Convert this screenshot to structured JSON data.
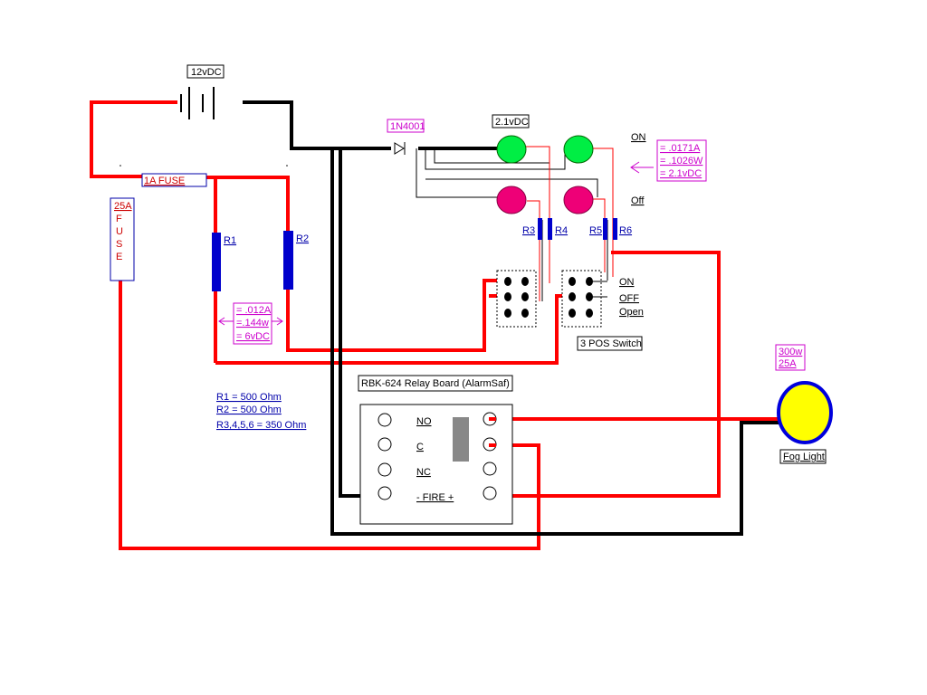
{
  "battery": {
    "label": "12vDC"
  },
  "diode": {
    "label": "1N4001"
  },
  "led_voltage": {
    "label": "2.1vDC"
  },
  "led_states": {
    "on": "ON",
    "off": "Off"
  },
  "led_calc": {
    "current": "= .0171A",
    "power": "= .1026W",
    "voltage": "= 2.1vDC"
  },
  "fuse_small": {
    "label": "1A FUSE"
  },
  "fuse_large": {
    "amps": "25A",
    "letters": [
      "F",
      "U",
      "S",
      "E"
    ]
  },
  "resistors": {
    "r1": "R1",
    "r2": "R2",
    "r3": "R3",
    "r4": "R4",
    "r5": "R5",
    "r6": "R6"
  },
  "resistor_calc": {
    "current": "= .012A",
    "power": "=.144w",
    "voltage": "= 6vDC"
  },
  "legend": {
    "line1": "R1 = 500 Ohm",
    "line2": "R2 = 500 Ohm",
    "line3": "R3,4,5,6 = 350 Ohm"
  },
  "switch": {
    "pos_on": "ON",
    "pos_off": "OFF",
    "pos_open": "Open",
    "label": "3 POS Switch"
  },
  "relay": {
    "title": "RBK-624 Relay Board (AlarmSaf)",
    "terminals": [
      "NO",
      "C",
      "NC",
      "- FIRE +"
    ]
  },
  "fog_light": {
    "power": "300w",
    "amps": "25A",
    "label": "Fog Light"
  },
  "colors": {
    "wire_power": "#ff0000",
    "wire_ground": "#000000",
    "resistor": "#0000cc",
    "led_green": "#00ee44",
    "led_pink": "#ee0077",
    "lamp": "#ffff00",
    "annotation": "#cc00cc"
  }
}
